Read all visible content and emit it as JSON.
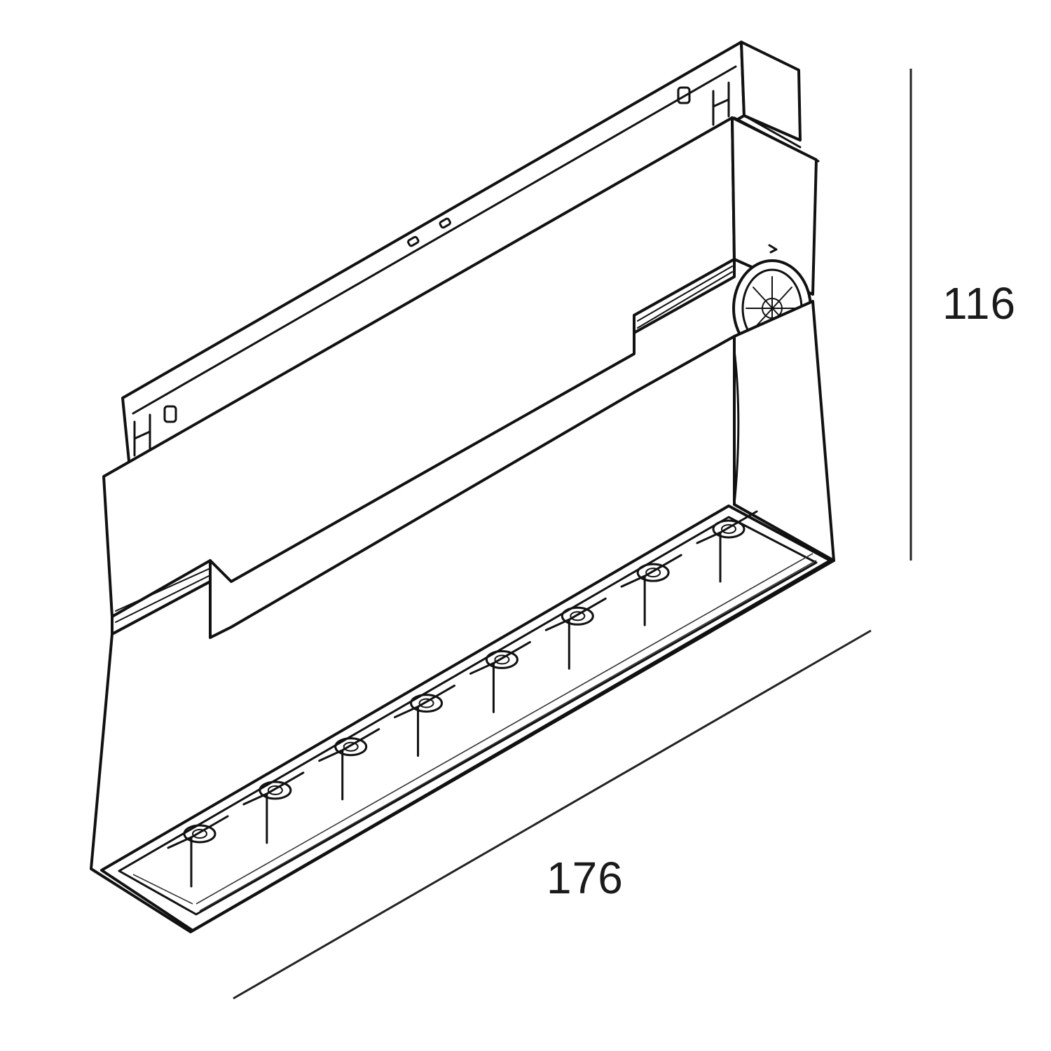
{
  "dimensions": {
    "height_label": "116",
    "length_label": "176"
  },
  "fixture": {
    "led_count": 8
  },
  "colors": {
    "line": "#111111",
    "background": "#ffffff"
  }
}
